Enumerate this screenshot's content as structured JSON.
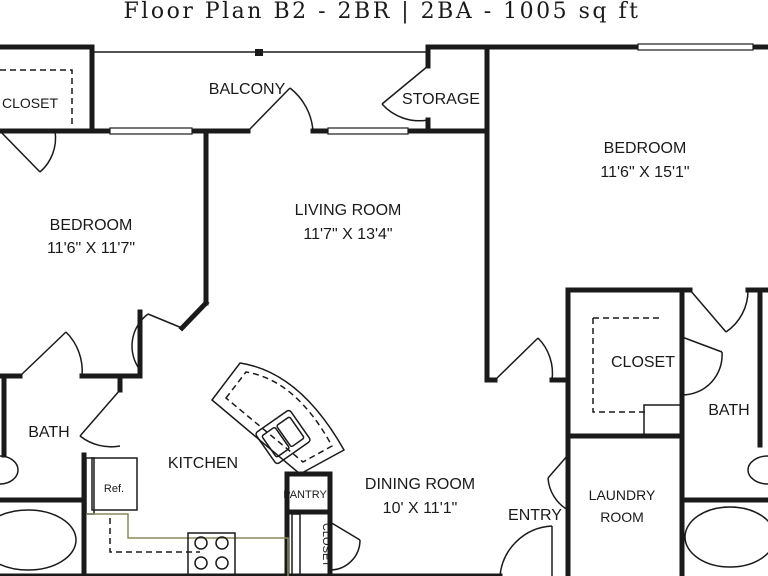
{
  "title": "Floor Plan B2 - 2BR | 2BA - 1005 sq ft",
  "rooms": {
    "closet_tl": "CLOSET",
    "balcony": "BALCONY",
    "storage": "STORAGE",
    "bedroom_left": {
      "name": "BEDROOM",
      "size": "11'6\" X 11'7\""
    },
    "living": {
      "name": "LIVING ROOM",
      "size": "11'7\" X 13'4\""
    },
    "bedroom_right": {
      "name": "BEDROOM",
      "size": "11'6\" X 15'1\""
    },
    "closet_right": "CLOSET",
    "bath_right": "BATH",
    "bath_left": "BATH",
    "kitchen": "KITCHEN",
    "ref": "Ref.",
    "pantry": "PANTRY",
    "closet_small": "CLOSET",
    "dining": {
      "name": "DINING ROOM",
      "size": "10' X 11'1\""
    },
    "entry": "ENTRY",
    "laundry": {
      "line1": "LAUNDRY",
      "line2": "ROOM"
    }
  },
  "colors": {
    "wall": "#1a1a1a",
    "counter_outline": "#8a8a5a"
  }
}
